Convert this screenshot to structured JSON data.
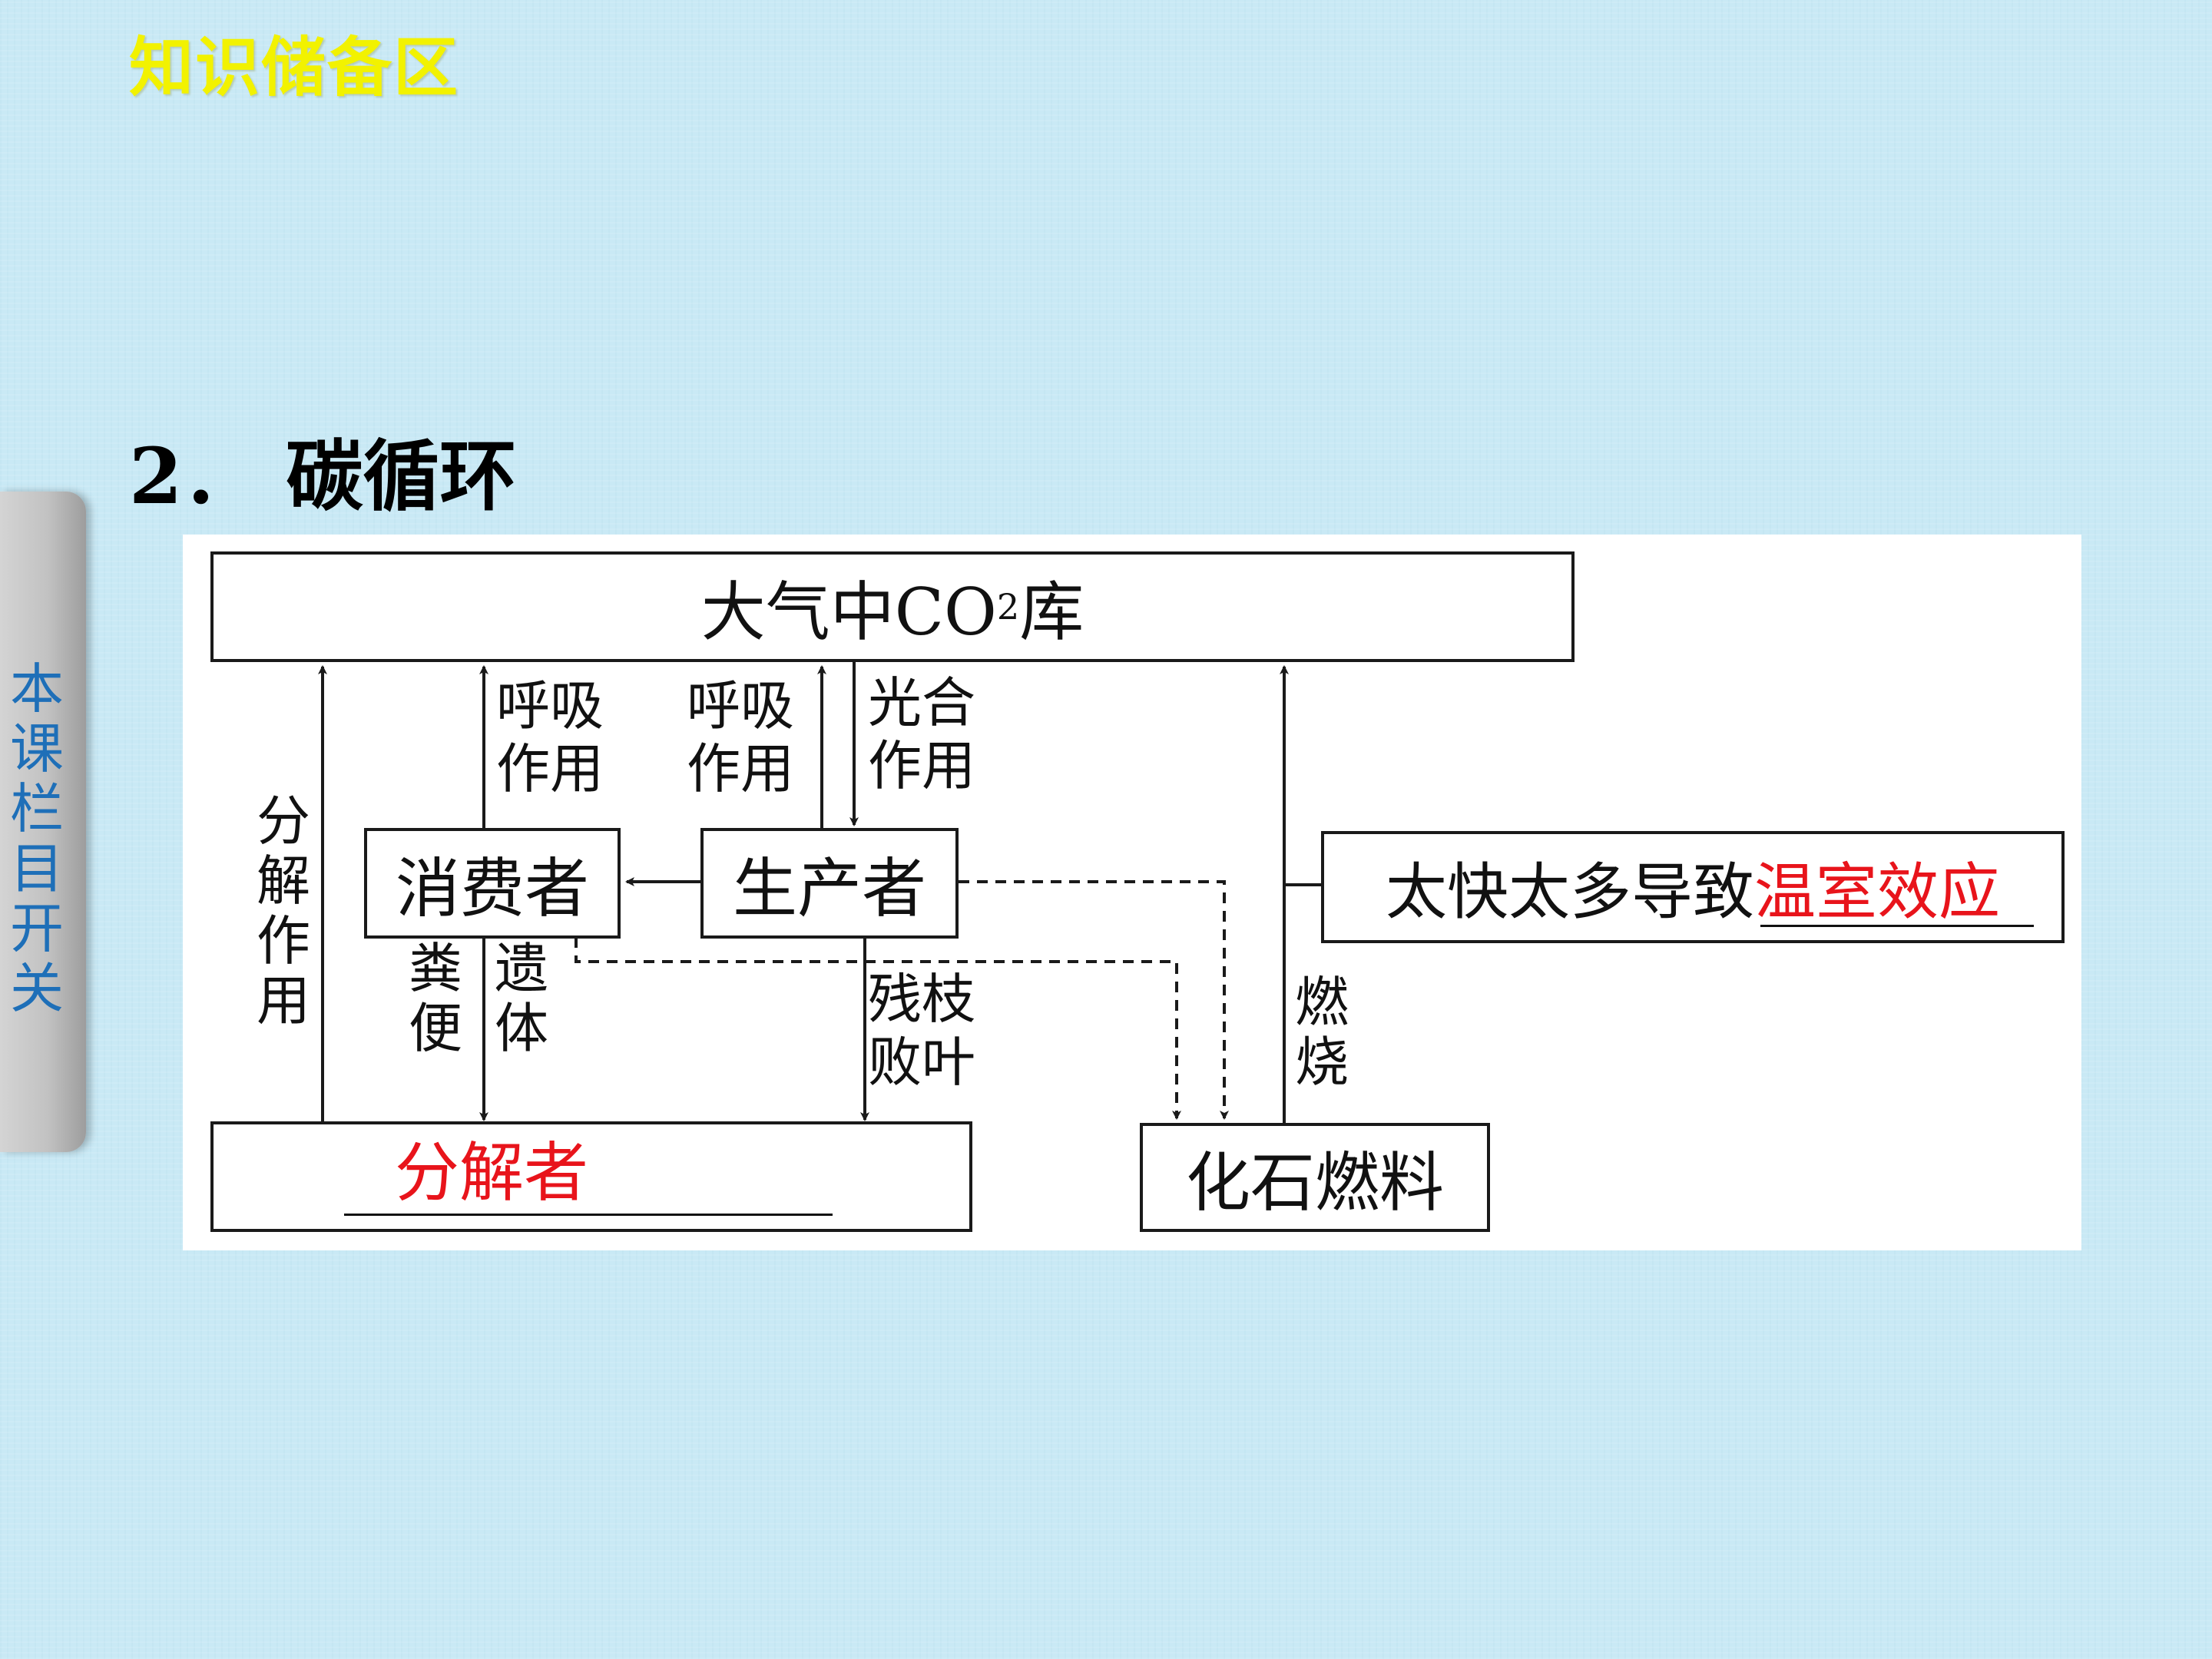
{
  "header": {
    "title": "知识储备区"
  },
  "side_tab": {
    "label": "本课栏目开关"
  },
  "section": {
    "heading": "2． 碳循环"
  },
  "diagram": {
    "atmosphere": {
      "prefix": "大气中CO",
      "sub": "2",
      "suffix": "库"
    },
    "consumer": "消费者",
    "producer": "生产者",
    "decomposer": "分解者",
    "fossil_fuel": "化石燃料",
    "effect_box": {
      "prefix": "太快太多导致",
      "answer": "温室效应"
    },
    "labels": {
      "decomposition": "分解作用",
      "consumer_respiration_line1": "呼吸",
      "consumer_respiration_line2": "作用",
      "producer_respiration_line1": "呼吸",
      "producer_respiration_line2": "作用",
      "photosynthesis_line1": "光合",
      "photosynthesis_line2": "作用",
      "feces": "粪便",
      "remains": "遗体",
      "litter_line1": "残枝",
      "litter_line2": "败叶",
      "combustion": "燃烧"
    },
    "colors": {
      "answer": "#e8141b",
      "line": "#1a1a1a"
    }
  }
}
